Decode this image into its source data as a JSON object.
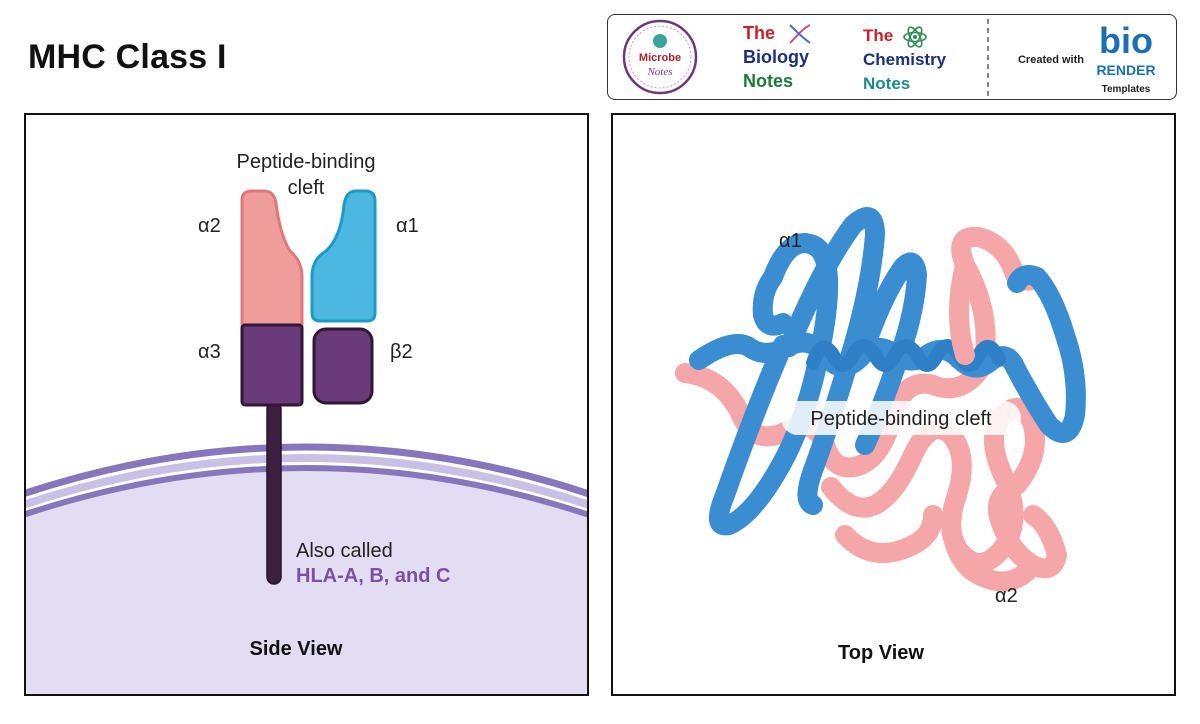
{
  "title": "MHC Class I",
  "logos": {
    "microbe_line1": "Microbe",
    "microbe_line2": "Notes",
    "biology": [
      "The",
      "Biology",
      "Notes"
    ],
    "chemistry": [
      "The",
      "Chemistry",
      "Notes"
    ],
    "created_with": "Created with",
    "biorender_top": "bio",
    "biorender_mid": "RENDER",
    "biorender_bottom": "Templates"
  },
  "side_view": {
    "caption": "Side View",
    "cleft_label_line1": "Peptide-binding",
    "cleft_label_line2": "cleft",
    "alpha2": "α2",
    "alpha1": "α1",
    "alpha3": "α3",
    "beta2": "β2",
    "also_called": "Also called",
    "hla": "HLA-A, B, and C"
  },
  "top_view": {
    "caption": "Top View",
    "alpha1": "α1",
    "alpha2": "α2",
    "cleft_label": "Peptide-binding cleft"
  },
  "colors": {
    "alpha2_pink": "#ee9d9b",
    "alpha1_blue": "#4cb8e2",
    "purple_domain": "#6b3a7a",
    "membrane": "#e2ddf3",
    "membrane_edge": "#8677bd",
    "ribbon_blue": "#3a8dd1",
    "ribbon_pink": "#f5a6a8",
    "hla_purple": "#7b4fa3"
  }
}
